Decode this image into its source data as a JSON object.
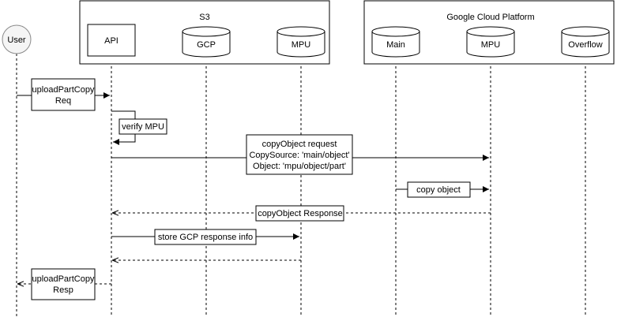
{
  "actor": {
    "label": "User"
  },
  "groups": {
    "s3": {
      "title": "S3",
      "api_label": "API",
      "gcp_label": "GCP",
      "mpu_label": "MPU"
    },
    "gcp": {
      "title": "Google Cloud Platform",
      "main_label": "Main",
      "mpu_label": "MPU",
      "overflow_label": "Overflow"
    }
  },
  "messages": {
    "upload_req": [
      "uploadPartCopy",
      "Req"
    ],
    "verify": "verify MPU",
    "copy_request": [
      "copyObject request",
      "CopySource: 'main/object'",
      "Object: 'mpu/object/part'"
    ],
    "copy_object": "copy object",
    "copy_response": "copyObject Response",
    "store_info": "store GCP response info",
    "upload_resp": [
      "uploadPartCopy",
      "Resp"
    ]
  }
}
